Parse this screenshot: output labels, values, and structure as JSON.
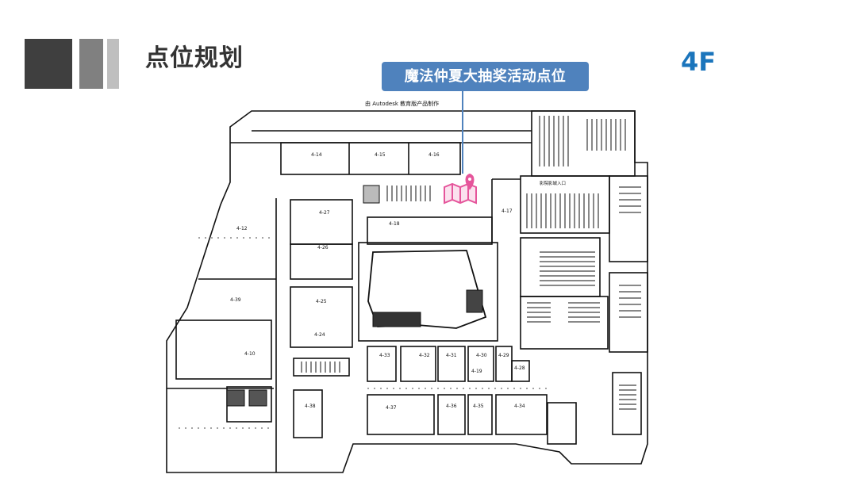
{
  "header": {
    "title": "点位规划",
    "floor_label": "4F"
  },
  "callout": {
    "label": "魔法仲夏大抽奖活动点位",
    "color": "#4f82bd"
  },
  "plan": {
    "watermark": "由 Autodesk 教育版产品制作",
    "marker_icon": "map-pin-icon",
    "marker_color": "#e5559b",
    "room_labels": [
      "4-14",
      "4-15",
      "4-16",
      "4-17",
      "4-18",
      "4-27",
      "4-26",
      "4-25",
      "4-24",
      "4-12",
      "4-10",
      "4-33",
      "4-32",
      "4-31",
      "4-30",
      "4-29",
      "4-28",
      "4-19",
      "4-37",
      "4-36",
      "4-35",
      "4-34",
      "4-38",
      "4-39"
    ],
    "cinema_label": "影院影城入口"
  },
  "colors": {
    "accent": "#1b75bc",
    "title": "#333333",
    "block_dark": "#3f3f3f",
    "block_mid": "#808080",
    "block_light": "#bfbfbf"
  }
}
